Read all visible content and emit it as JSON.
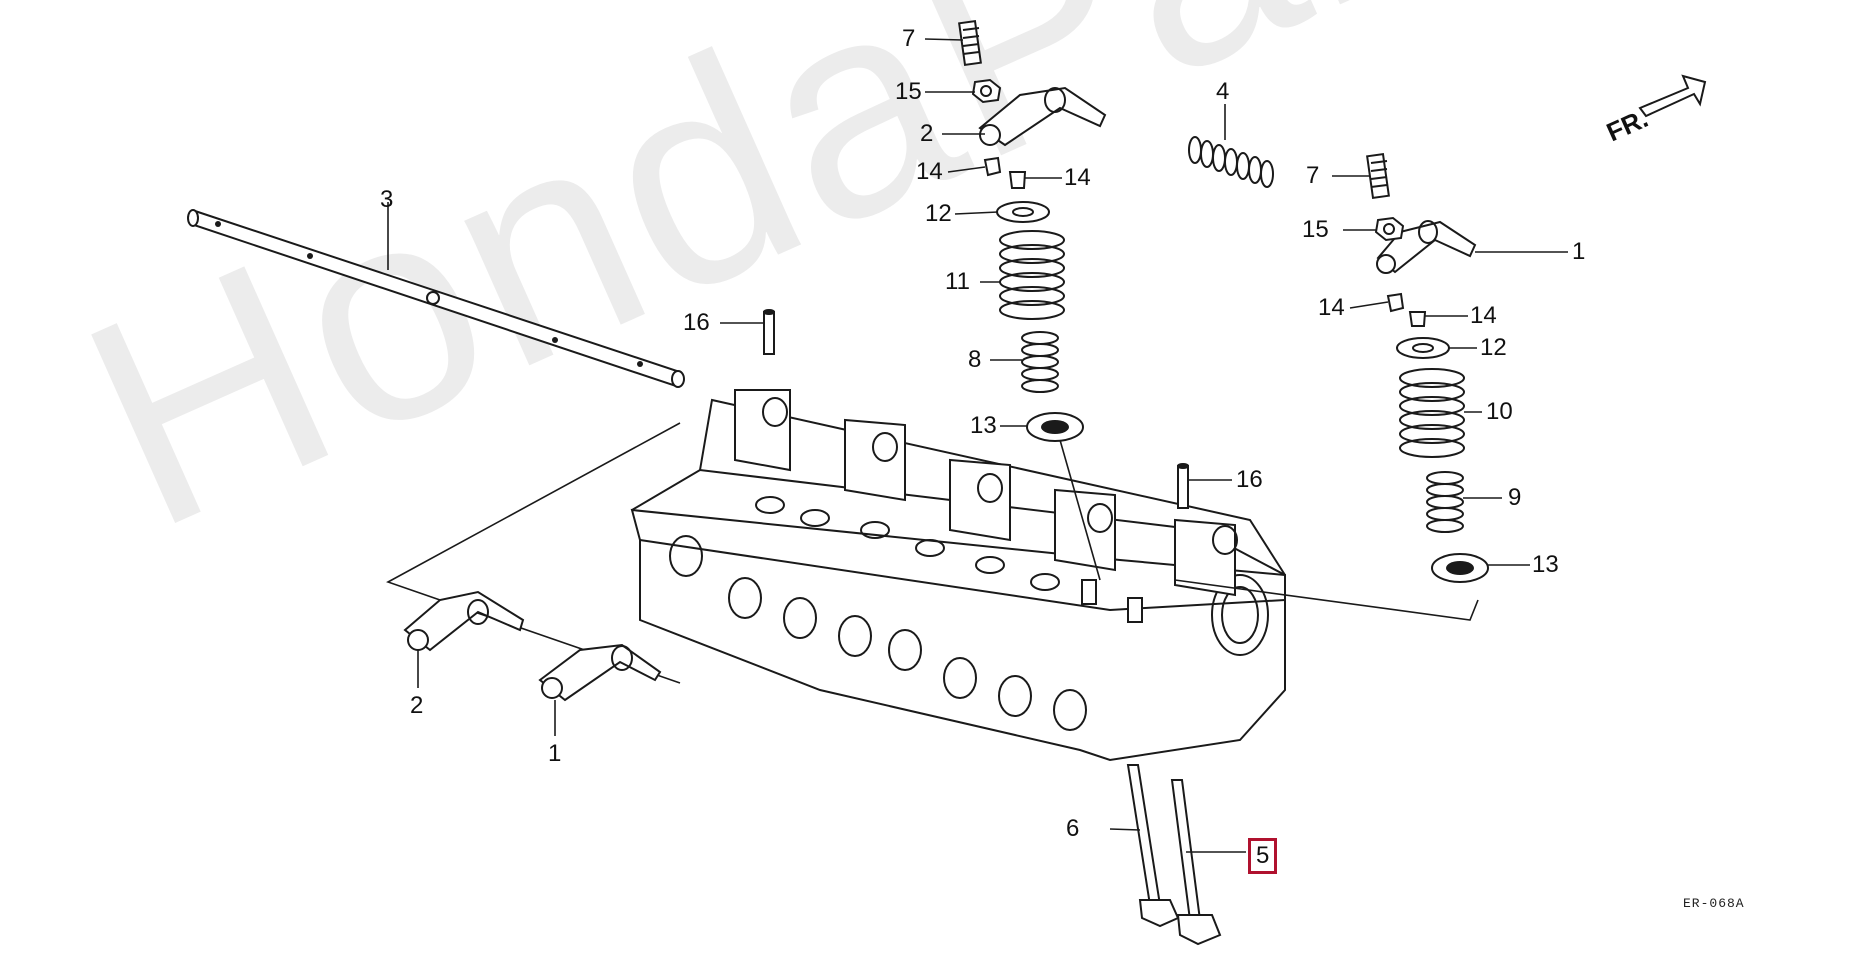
{
  "diagram": {
    "watermark_text": "HondaPartsMine.ru",
    "direction_label": "FR.",
    "diagram_code": "ER-068A",
    "highlight_color": "#b0112e",
    "callouts": [
      {
        "id": "c-7-top",
        "text": "7"
      },
      {
        "id": "c-15-top",
        "text": "15"
      },
      {
        "id": "c-2-top",
        "text": "2"
      },
      {
        "id": "c-14-top-left",
        "text": "14"
      },
      {
        "id": "c-14-top-right",
        "text": "14"
      },
      {
        "id": "c-12-top",
        "text": "12"
      },
      {
        "id": "c-11",
        "text": "11"
      },
      {
        "id": "c-8",
        "text": "8"
      },
      {
        "id": "c-13-left",
        "text": "13"
      },
      {
        "id": "c-3",
        "text": "3"
      },
      {
        "id": "c-16-left",
        "text": "16"
      },
      {
        "id": "c-4",
        "text": "4"
      },
      {
        "id": "c-7-right",
        "text": "7"
      },
      {
        "id": "c-15-right",
        "text": "15"
      },
      {
        "id": "c-1-right",
        "text": "1"
      },
      {
        "id": "c-14-mid-left",
        "text": "14"
      },
      {
        "id": "c-14-mid-right",
        "text": "14"
      },
      {
        "id": "c-12-right",
        "text": "12"
      },
      {
        "id": "c-10",
        "text": "10"
      },
      {
        "id": "c-16-right",
        "text": "16"
      },
      {
        "id": "c-9",
        "text": "9"
      },
      {
        "id": "c-13-right",
        "text": "13"
      },
      {
        "id": "c-2-bottom",
        "text": "2"
      },
      {
        "id": "c-1-bottom",
        "text": "1"
      },
      {
        "id": "c-6",
        "text": "6"
      },
      {
        "id": "c-5",
        "text": "5"
      }
    ]
  }
}
